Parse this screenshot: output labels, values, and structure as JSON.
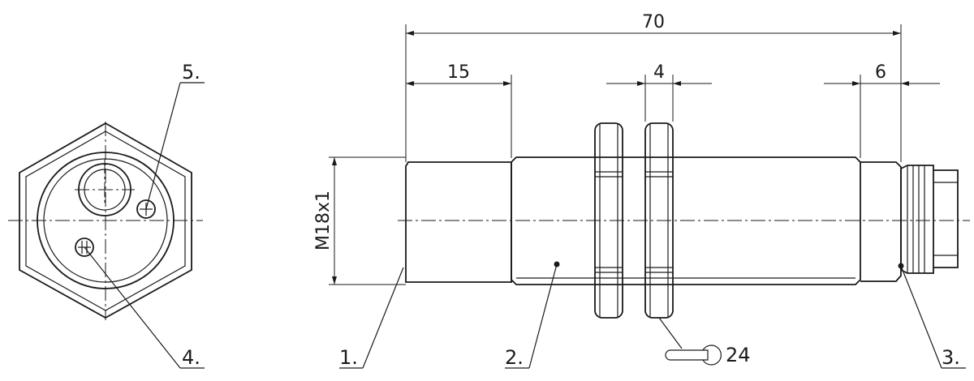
{
  "dimensions": {
    "total_length": "70",
    "thread_length": "15",
    "nut_thickness": "4",
    "connector_offset": "6",
    "thread_spec": "M18x1",
    "wrench_size": "24"
  },
  "callouts": {
    "c1": "1.",
    "c2": "2.",
    "c3": "3.",
    "c4": "4.",
    "c5": "5."
  },
  "icons": {
    "wrench": "wrench-icon"
  },
  "colors": {
    "line": "#1a1a1a",
    "background": "#ffffff"
  }
}
